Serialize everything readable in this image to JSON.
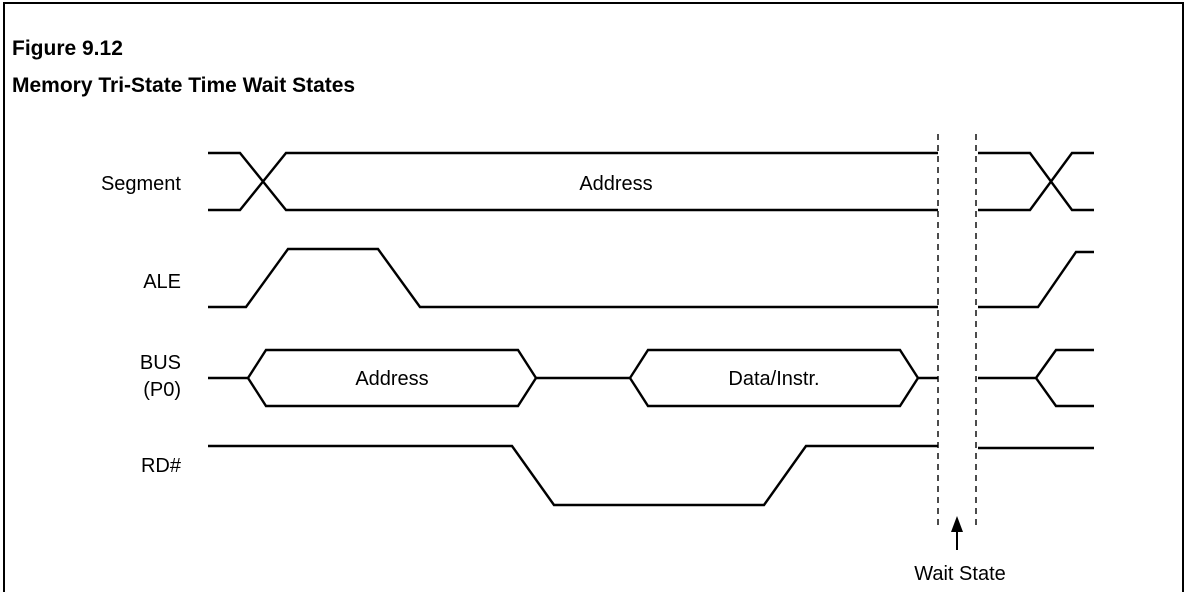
{
  "figure": {
    "number": "Figure 9.12",
    "title": "Memory Tri-State Time Wait States"
  },
  "signals": [
    {
      "id": "segment",
      "label": "Segment",
      "label2": "",
      "bus_label": "Address"
    },
    {
      "id": "ale",
      "label": "ALE",
      "label2": ""
    },
    {
      "id": "bus",
      "label": "BUS",
      "label2": "(P0)",
      "bus_label_1": "Address",
      "bus_label_2": "Data/Instr."
    },
    {
      "id": "rd",
      "label": "RD#",
      "label2": ""
    }
  ],
  "annotations": {
    "wait_state": "Wait State"
  }
}
